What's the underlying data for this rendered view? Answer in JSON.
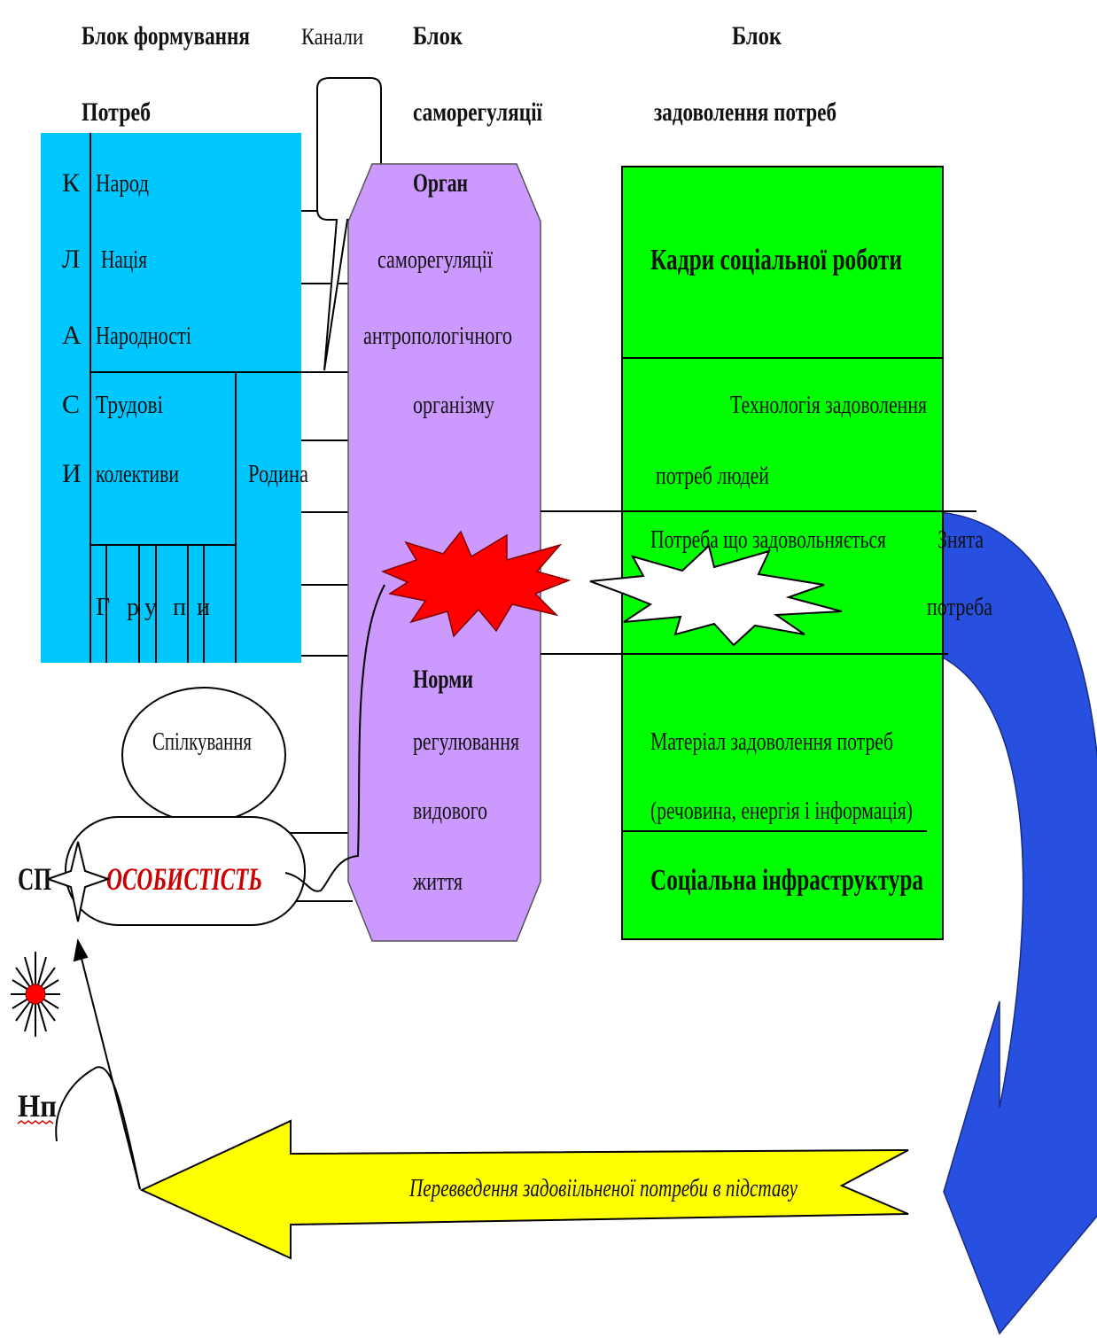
{
  "headers": {
    "formation_line1": "Блок формування",
    "formation_line2": "Потреб",
    "channels": "Канали",
    "selfreg_line1": "Блок",
    "selfreg_line2": "саморегуляції",
    "satisfaction_line1": "Блок",
    "satisfaction_line2": "задоволення потреб"
  },
  "classes_letters": [
    "К",
    "Л",
    "А",
    "С",
    "И"
  ],
  "formation_block": {
    "people": "Народ",
    "nation": "Нація",
    "nationalities": "Народності",
    "labor_line1": "Трудові",
    "labor_line2": "колективи",
    "family": "Родина",
    "groups_letters": [
      "Г",
      "р",
      "у",
      "п",
      "и"
    ]
  },
  "selfreg_block": {
    "organ": "Орган",
    "organ_line2": "саморегуляції",
    "organ_line3": "антропологічного",
    "organ_line4": "організму",
    "norms": "Норми",
    "norms_line2": "регулювання",
    "norms_line3": "видового",
    "norms_line4": "життя"
  },
  "satisfaction_block": {
    "staff": "Кадри соціальної роботи",
    "technology_line1": "Технологія задоволення",
    "technology_line2": "потреб людей",
    "need_satisfied": "Потреба що задовольняється",
    "removed_line1": "Знята",
    "removed_line2": "потреба",
    "material_line1": "Матеріал задоволення потреб",
    "material_line2": "(речовина, енергія і інформація)",
    "infrastructure": "Соціальна інфраструктура"
  },
  "communication": "Спілкування",
  "personality": "ОСОБИСТІСТЬ",
  "sp": "СП",
  "np": "Нп",
  "arrow_text": "Перевведення задовіільненої потреби в підставу",
  "colors": {
    "formation_fill": "#00c8ff",
    "selfreg_fill": "#cc99ff",
    "satisfaction_fill": "#00ff00",
    "star_red": "#ff0000",
    "blue_arrow": "#2850e0",
    "yellow_arrow": "#ffff00",
    "personality_text": "#cc0000"
  }
}
